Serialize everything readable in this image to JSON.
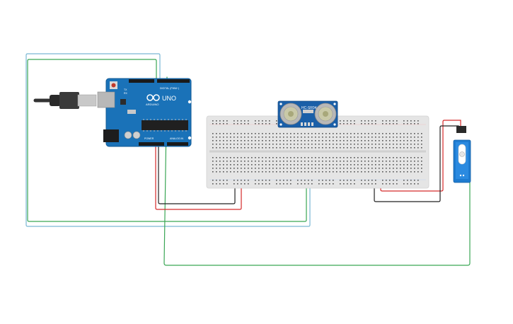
{
  "board": {
    "label_digital": "DIGITAL (PWM~)",
    "label_brand": "ARDUINO",
    "label_model": "UNO",
    "label_power": "POWER",
    "label_analog": "ANALOG IN",
    "label_tx": "TX",
    "label_rx": "RX"
  },
  "sensor": {
    "label": "HC-SR04"
  },
  "colors": {
    "wire_green": "#3aa655",
    "wire_teal": "#7ab8d4",
    "wire_red": "#d42a2a",
    "wire_black": "#222222",
    "board_blue": "#1a72b8",
    "breadboard": "#e5e5e5",
    "servo_blue": "#1e7bd0"
  },
  "icons": [
    "usb-cable-icon",
    "arduino-logo-icon",
    "servo-horn-icon",
    "ultrasonic-transducer-icon"
  ]
}
